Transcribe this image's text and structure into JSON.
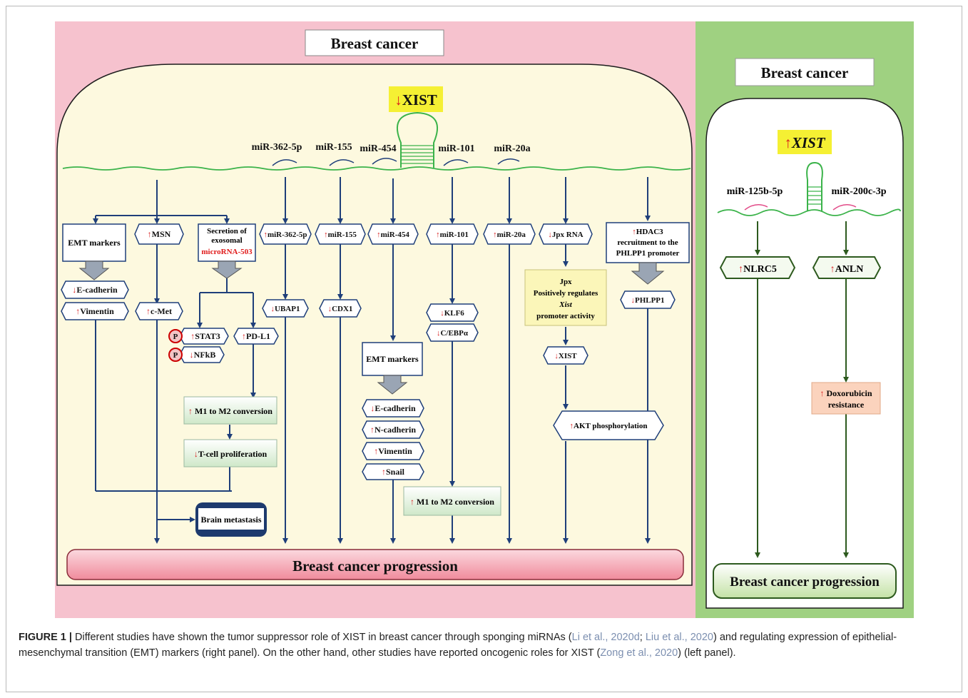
{
  "left_panel": {
    "title": "Breast cancer",
    "xist_label": "XIST",
    "mirnas": [
      "miR-362-5p",
      "miR-155",
      "miR-454",
      "miR-101",
      "miR-20a"
    ],
    "emt_markers_1": "EMT markers",
    "msn": "MSN",
    "secretion": [
      "Secretion of",
      "exosomal"
    ],
    "microrna_503": "microRNA-503",
    "e_cadherin_1": "E-cadherin",
    "vimentin_1": "Vimentin",
    "c_met": "c-Met",
    "stat3": "STAT3",
    "nfkb": "NFkB",
    "pdl1": "PD-L1",
    "p_label": "P",
    "m1m2_1": "M1 to M2 conversion",
    "tcell": "T-cell proliferation",
    "brain_met": "Brain metastasis",
    "box_mir362": "miR-362-5p",
    "box_mir155": "miR-155",
    "box_mir454": "miR-454",
    "box_mir101": "miR-101",
    "box_mir20a": "miR-20a",
    "jpx_rna": "Jpx RNA",
    "hdac3": [
      "HDAC3",
      "recruitment to the",
      "PHLPP1 promoter"
    ],
    "ubap1": "UBAP1",
    "cdx1": "CDX1",
    "klf6": "KLF6",
    "cebpa": "C/EBPα",
    "jpx_note": [
      "Jpx",
      "Positively regulates",
      "Xist",
      "promoter activity"
    ],
    "phlpp1": "PHLPP1",
    "xist_small": "XIST",
    "akt": "AKT phosphorylation",
    "emt_markers_2": "EMT markers",
    "e_cadherin_2": "E-cadherin",
    "n_cadherin": "N-cadherin",
    "vimentin_2": "Vimentin",
    "snail": "Snail",
    "m1m2_2": "M1 to M2 conversion",
    "progression": "Breast cancer progression"
  },
  "right_panel": {
    "title": "Breast cancer",
    "xist_label": "XIST",
    "mir125": "miR-125b-5p",
    "mir200": "miR-200c-3p",
    "nlrc5": "NLRC5",
    "anln": "ANLN",
    "doxo": [
      "Doxorubicin",
      "resistance"
    ],
    "progression": "Breast cancer progression"
  },
  "caption": {
    "label": "FIGURE 1 |",
    "t1": " Different studies have shown the tumor suppressor role of XIST in breast cancer through sponging miRNAs (",
    "r1": "Li et al., 2020d",
    "t2": "; ",
    "r2": "Liu et al., 2020",
    "t3": ") and regulating expression of epithelial-mesenchymal transition (EMT) markers (right panel). On the other hand, other studies have reported oncogenic roles for XIST (",
    "r3": "Zong et al., 2020",
    "t4": ") (left panel)."
  },
  "colors": {
    "left_bg": "#f6c2ce",
    "inner_bg": "#fdf9df",
    "right_bg": "#9fd181",
    "arrow": "#1f3f7a",
    "green_dark": "#2d5a1e",
    "up_red": "#d81e1e"
  }
}
